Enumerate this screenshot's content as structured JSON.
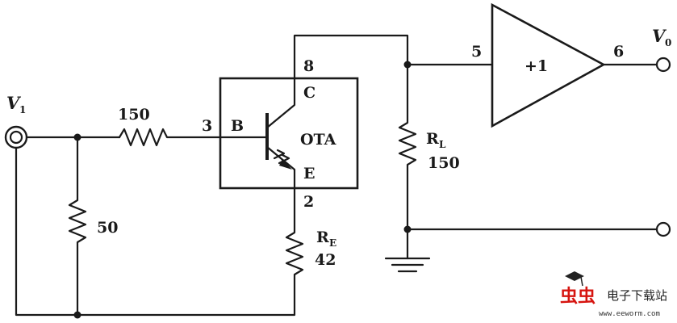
{
  "diagram": {
    "input": {
      "name": "V",
      "sub": "1"
    },
    "output": {
      "name": "V",
      "sub": "0"
    },
    "resistors": {
      "series": "150",
      "shunt": "50",
      "emitter": {
        "name": "R",
        "sub": "E",
        "value": "42"
      },
      "load": {
        "name": "R",
        "sub": "L",
        "value": "150"
      }
    },
    "ota": {
      "label": "OTA",
      "pins": {
        "base": "B",
        "collector": "C",
        "emitter": "E"
      },
      "pin_numbers": {
        "base": "3",
        "collector": "8",
        "emitter": "2"
      }
    },
    "buffer": {
      "gain": "+1",
      "pin_in": "5",
      "pin_out": "6"
    }
  },
  "watermark": {
    "chars": "虫虫",
    "text": "电子下载站",
    "url": "www.eeworm.com"
  }
}
